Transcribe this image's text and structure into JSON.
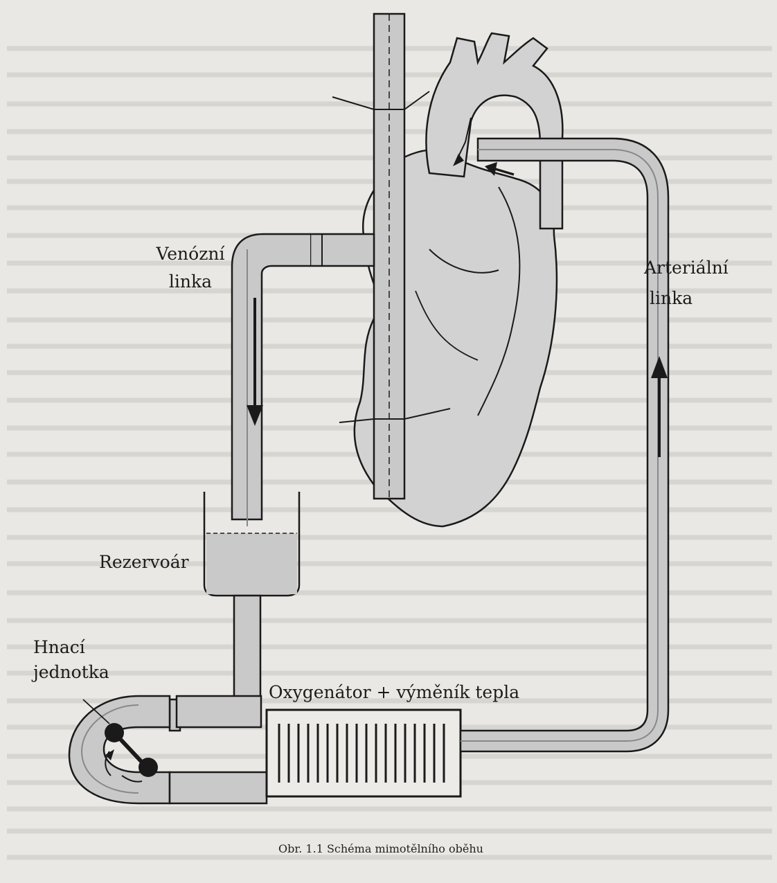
{
  "labels": {
    "venous_line": [
      "Venózní",
      "linka"
    ],
    "arterial_line": [
      "Arteriální",
      "linka"
    ],
    "reservoir": "Rezervoár",
    "pump_unit": [
      "Hnací",
      "jednotka"
    ],
    "oxygenator": "Oxygenátor + výměník tepla"
  },
  "caption": "Obr. 1.1 Schéma mimotělního oběhu",
  "colors": {
    "background": "#e9e8e4",
    "stroke": "#1a1a1a",
    "tube_fill": "#c9c9c9",
    "heart_fill": "#d2d2d2",
    "blood_fill": "#8c8c8c"
  },
  "icons": [
    "arrow-down-icon",
    "arrow-up-icon",
    "arrow-left-icon",
    "roller-pump-icon"
  ]
}
